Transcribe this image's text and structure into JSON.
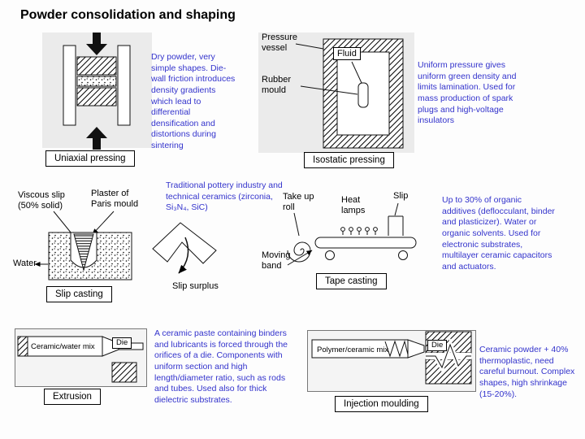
{
  "title": "Powder consolidation and shaping",
  "colors": {
    "note_text": "#3333cc",
    "ink": "#000000",
    "panel_bg": "#ebebeb"
  },
  "sections": {
    "uniaxial": {
      "label": "Uniaxial pressing",
      "note": "Dry powder, very simple shapes. Die-wall friction introduces density gradients which lead to differential densification and distortions during sintering"
    },
    "isostatic": {
      "label": "Isostatic pressing",
      "note": "Uniform pressure gives uniform green density and limits lamination. Used for mass production of spark plugs and high-voltage insulators",
      "labels": {
        "pressure_vessel": "Pressure vessel",
        "fluid": "Fluid",
        "rubber_mould": "Rubber mould"
      }
    },
    "slip_casting": {
      "label": "Slip casting",
      "note": "Traditional pottery industry and technical ceramics (zirconia, Si₃N₄, SiC)",
      "labels": {
        "viscous_slip": "Viscous slip (50% solid)",
        "plaster_mould": "Plaster of Paris mould",
        "water": "Water",
        "slip_surplus": "Slip surplus"
      }
    },
    "tape_casting": {
      "label": "Tape casting",
      "note": "Up to 30% of organic additives (deflocculant, binder and plasticizer). Water or organic solvents. Used for electronic substrates, multilayer ceramic capacitors and actuators.",
      "labels": {
        "take_up_roll": "Take up roll",
        "heat_lamps": "Heat lamps",
        "slip": "Slip",
        "moving_band": "Moving band"
      }
    },
    "extrusion": {
      "label": "Extrusion",
      "note": "A ceramic paste containing binders and lubricants is forced through the orifices of a die. Components with uniform section and high length/diameter ratio, such as rods and tubes. Used also for thick dielectric substrates.",
      "labels": {
        "mix": "Ceramic/water mix",
        "die": "Die"
      }
    },
    "injection_moulding": {
      "label": "Injection moulding",
      "note": "Ceramic powder + 40% thermoplastic, need careful burnout. Complex shapes, high shrinkage (15-20%).",
      "labels": {
        "mix": "Polymer/ceramic mix",
        "die": "Die"
      }
    }
  }
}
